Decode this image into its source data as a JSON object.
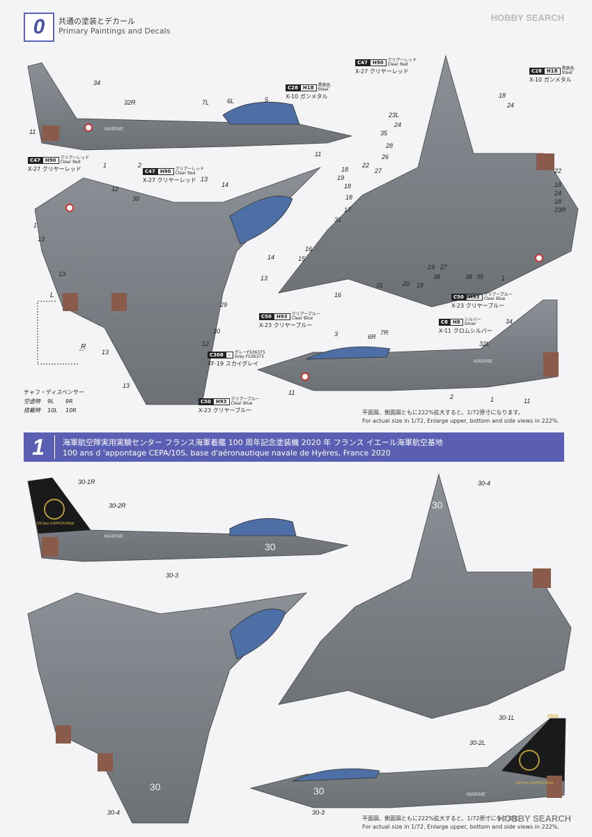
{
  "section0": {
    "number": "0",
    "title_jp": "共通の塗装とデカール",
    "title_en": "Primary Paintings and Decals"
  },
  "section1": {
    "number": "1",
    "title_jp": "海軍航空隊実用実験センター フランス海軍着艦 100 周年記念塗装機 2020 年 フランス イエール海軍航空基地",
    "title_fr": "100 ans d 'appontage CEPA/10S, base d'aéronautique navale de Hyères, France 2020"
  },
  "watermark": "HOBBY SEARCH",
  "paints": {
    "c28": {
      "code": "C28",
      "h": "H18",
      "jp": "黒鉄色",
      "en": "Steel",
      "tamiya": "X-10 ガンメタル"
    },
    "c28b": {
      "code": "C28",
      "h": "H18",
      "jp": "黒鉄色",
      "en": "Steel",
      "tamiya": "X-10 ガンメタル"
    },
    "c47a": {
      "code": "C47",
      "h": "H90",
      "jp": "クリアーレッド",
      "en": "Clear Red",
      "tamiya": "X-27 クリヤーレッド"
    },
    "c47b": {
      "code": "C47",
      "h": "H90",
      "jp": "クリアーレッド",
      "en": "Clear Red",
      "tamiya": "X-27 クリヤーレッド"
    },
    "c47c": {
      "code": "C47",
      "h": "H90",
      "jp": "クリアーレッド",
      "en": "Clear Red",
      "tamiya": "X-27 クリヤーレッド"
    },
    "c50a": {
      "code": "C50",
      "h": "H93",
      "jp": "クリアーブルー",
      "en": "Clear Blue",
      "tamiya": "X-23 クリヤーブルー"
    },
    "c50b": {
      "code": "C50",
      "h": "H93",
      "jp": "クリアーブルー",
      "en": "Clear Blue",
      "tamiya": "X-23 クリヤーブルー"
    },
    "c50c": {
      "code": "C50",
      "h": "H93",
      "jp": "クリアーブルー",
      "en": "Clear Blue",
      "tamiya": "X-23 クリヤーブルー"
    },
    "c8": {
      "code": "C8",
      "h": "H8",
      "jp": "シルバー",
      "en": "Silver",
      "tamiya": "X-11 クロムシルバー"
    },
    "c308": {
      "code": "C308",
      "h": "-",
      "jp": "グレーFS36375",
      "en": "Grey FS36375",
      "tamiya": "XF-19 スカイグレイ"
    }
  },
  "chaff": {
    "title": "チャフ・ディスペンサー",
    "row1": {
      "label": "空虚時",
      "l": "9L",
      "r": "9R"
    },
    "row2": {
      "label": "搭載時",
      "l": "10L",
      "r": "10R"
    },
    "L": "L",
    "R": "R"
  },
  "scale_note": {
    "jp": "平面図、側面図ともに222%拡大すると、1/72原寸になります。",
    "en": "For actual size in 1/72, Enlarge upper, bottom and side views in 222%."
  },
  "scale_note2": {
    "jp": "平面図、側面図ともに222%拡大すると、1/72原寸になります。",
    "en": "For actual size in 1/72, Enlarge upper, bottom and side views in 222%."
  },
  "markings": {
    "marine": "MARINE",
    "num30": "30",
    "year": "2020",
    "tail_text": "100 Ans D'APPONTAGE"
  },
  "labels": {
    "a34": "34",
    "a32R": "32R",
    "a7L": "7L",
    "a6L": "6L",
    "a5": "5",
    "a11a": "11",
    "a1a": "1",
    "a2a": "2",
    "a11b": "11",
    "b12": "12",
    "b1": "1",
    "b13a": "13",
    "b30": "30",
    "b13b": "13",
    "b14a": "14",
    "b14b": "14",
    "b13c": "13",
    "b13d": "13",
    "b29": "29",
    "b30b": "30",
    "b13e": "13",
    "b12b": "12",
    "b13f": "13",
    "c18a": "18",
    "c24a": "24",
    "c23L": "23L",
    "c24b": "24",
    "c35": "35",
    "c28": "28",
    "c26": "26",
    "c22a": "22",
    "c27": "27",
    "c18b": "18",
    "c19": "19",
    "c18c": "18",
    "c18d": "18",
    "c17": "17",
    "c31a": "31",
    "c16a": "16",
    "c15": "15",
    "c16b": "16",
    "c31b": "31",
    "c20": "20",
    "c18e": "18",
    "c19b": "19",
    "c27b": "27",
    "c38a": "38",
    "c38b": "38",
    "c35b": "35",
    "c22b": "22",
    "c18f": "18",
    "c24c": "24",
    "c18g": "18",
    "c23R": "23R",
    "c1": "1",
    "d3": "3",
    "d6R": "6R",
    "d7R": "7R",
    "d34": "34",
    "d32L": "32L",
    "d11a": "11",
    "d2": "2",
    "d1": "1",
    "d11b": "11",
    "e301R": "30-1R",
    "e302R": "30-2R",
    "e303": "30-3",
    "e304a": "30-4",
    "e304b": "30-4",
    "e301L": "30-1L",
    "e302L": "30-2L",
    "e303b": "30-3"
  }
}
